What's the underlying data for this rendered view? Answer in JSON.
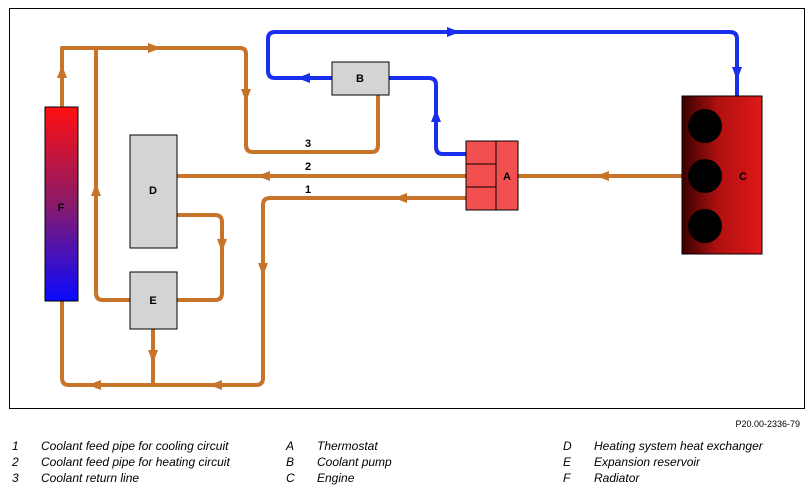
{
  "components": {
    "A": "A",
    "B": "B",
    "C": "C",
    "D": "D",
    "E": "E",
    "F": "F"
  },
  "line_numbers": {
    "one": "1",
    "two": "2",
    "three": "3"
  },
  "figure_id": "P20.00-2336-79",
  "legend": {
    "col1": [
      {
        "key": "1",
        "text": "Coolant feed pipe for cooling circuit"
      },
      {
        "key": "2",
        "text": "Coolant feed pipe for heating circuit"
      },
      {
        "key": "3",
        "text": "Coolant return line"
      }
    ],
    "col2": [
      {
        "key": "A",
        "text": "Thermostat"
      },
      {
        "key": "B",
        "text": "Coolant pump"
      },
      {
        "key": "C",
        "text": "Engine"
      }
    ],
    "col3": [
      {
        "key": "D",
        "text": "Heating system heat exchanger"
      },
      {
        "key": "E",
        "text": "Expansion reservoir"
      },
      {
        "key": "F",
        "text": "Radiator"
      }
    ]
  },
  "colors": {
    "coolant_hot": "#c8732a",
    "coolant_pump": "#1a2eee",
    "frame": "#000000"
  }
}
